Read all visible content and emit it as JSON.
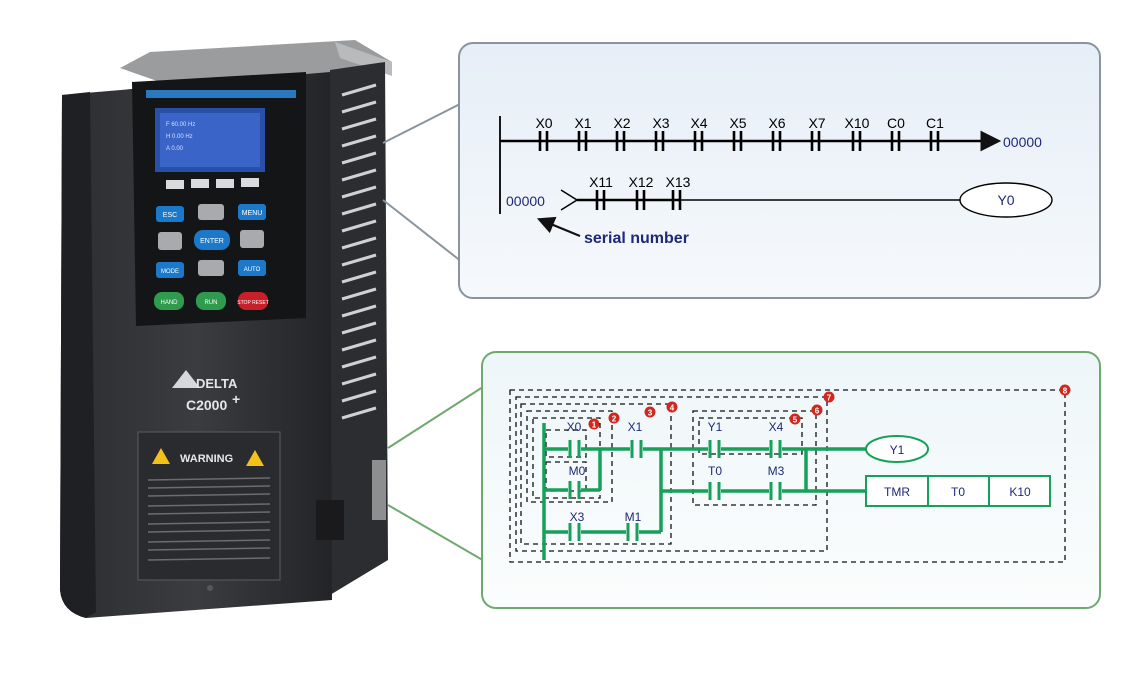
{
  "drive": {
    "brand": "DELTA",
    "model": "C2000",
    "model_suffix": "+",
    "warning_label": "WARNING",
    "keypad_keys": [
      "ESC",
      "MENU",
      "ENTER",
      "MODE",
      "HAND",
      "AUTO",
      "RUN",
      "STOP RESET"
    ]
  },
  "top_panel": {
    "row1_contacts": [
      "X0",
      "X1",
      "X2",
      "X3",
      "X4",
      "X5",
      "X6",
      "X7",
      "X10",
      "C0",
      "C1"
    ],
    "row1_output_number": "00000",
    "row2_input_number": "00000",
    "row2_contacts": [
      "X11",
      "X12",
      "X13"
    ],
    "output_coil": "Y0",
    "annotation": "serial number"
  },
  "bottom_panel": {
    "contact_x0": "X0",
    "contact_m0": "M0",
    "contact_x1": "X1",
    "contact_x3": "X3",
    "contact_m1": "M1",
    "contact_y1": "Y1",
    "contact_x4": "X4",
    "contact_t0": "T0",
    "contact_m3": "M3",
    "coil_y1": "Y1",
    "timer_cells": [
      "TMR",
      "T0",
      "K10"
    ],
    "block_markers": [
      "1",
      "2",
      "3",
      "4",
      "5",
      "6",
      "7",
      "8"
    ]
  },
  "colors": {
    "top_panel_border": "#8a949c",
    "top_panel_fill": "#eef4fa",
    "bottom_panel_border": "#6eaa6e",
    "ladder_green": "#16a05a",
    "marker_red": "#d0281e",
    "label_blue": "#1e2a78"
  }
}
